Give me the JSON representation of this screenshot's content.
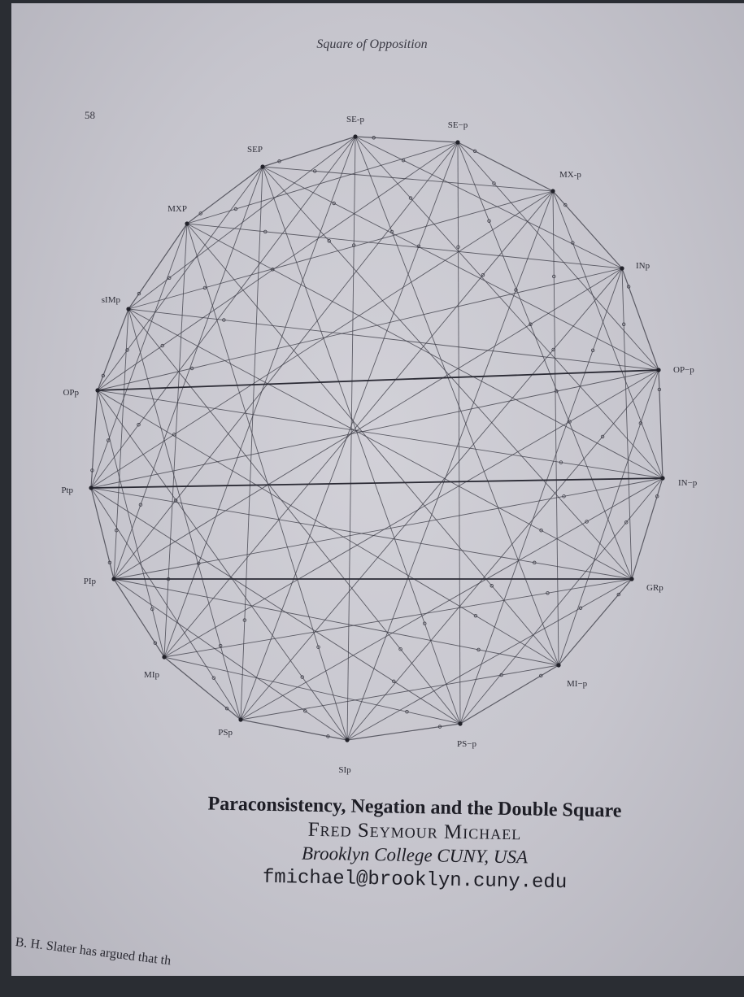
{
  "header": {
    "running_title": "Square of Opposition",
    "page_number": "58"
  },
  "diagram": {
    "nodes": [
      {
        "id": "SE-p",
        "label": "SE-p"
      },
      {
        "id": "SE-p2",
        "label": "SE−p"
      },
      {
        "id": "MX-p",
        "label": "MX-p"
      },
      {
        "id": "INp",
        "label": "INp"
      },
      {
        "id": "OP-p",
        "label": "OP−p"
      },
      {
        "id": "IN-p",
        "label": "IN−p"
      },
      {
        "id": "GRp",
        "label": "GRp"
      },
      {
        "id": "MI-p",
        "label": "MI−p"
      },
      {
        "id": "PS-p",
        "label": "PS−p"
      },
      {
        "id": "SIp",
        "label": "SIp"
      },
      {
        "id": "PSp",
        "label": "PSp"
      },
      {
        "id": "MIp",
        "label": "MIp"
      },
      {
        "id": "PIp",
        "label": "PIp"
      },
      {
        "id": "Ptp",
        "label": "Ptp"
      },
      {
        "id": "OPp",
        "label": "OPp"
      },
      {
        "id": "sIMp",
        "label": "sIMp"
      },
      {
        "id": "MXP",
        "label": "MXP"
      },
      {
        "id": "SEP",
        "label": "SEP"
      }
    ]
  },
  "paper": {
    "title": "Paraconsistency, Negation and the Double Square",
    "author": "Fred Seymour Michael",
    "affiliation": "Brooklyn College CUNY, USA",
    "email": "fmichael@brooklyn.cuny.edu",
    "body_fragment": "B. H. Slater has argued that th"
  }
}
